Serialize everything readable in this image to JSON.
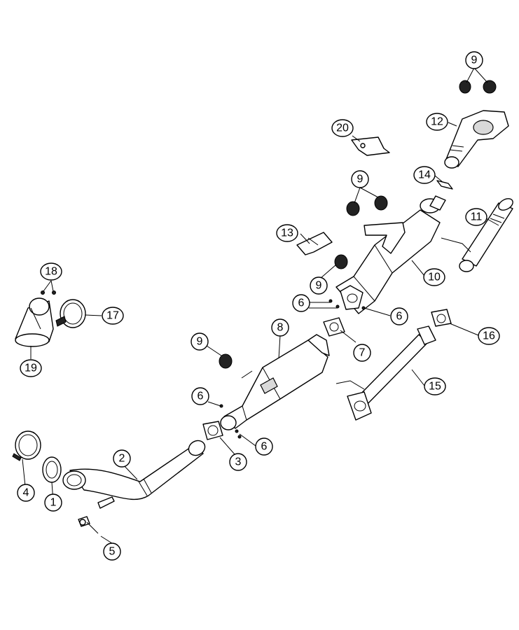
{
  "callouts": {
    "c1": "1",
    "c2": "2",
    "c3": "3",
    "c4": "4",
    "c5": "5",
    "c6a": "6",
    "c6b": "6",
    "c6c": "6",
    "c6d": "6",
    "c7": "7",
    "c8": "8",
    "c9a": "9",
    "c9b": "9",
    "c9c": "9",
    "c9d": "9",
    "c10": "10",
    "c11": "11",
    "c12": "12",
    "c13": "13",
    "c14": "14",
    "c15": "15",
    "c16": "16",
    "c17": "17",
    "c18": "18",
    "c19": "19",
    "c20": "20"
  }
}
